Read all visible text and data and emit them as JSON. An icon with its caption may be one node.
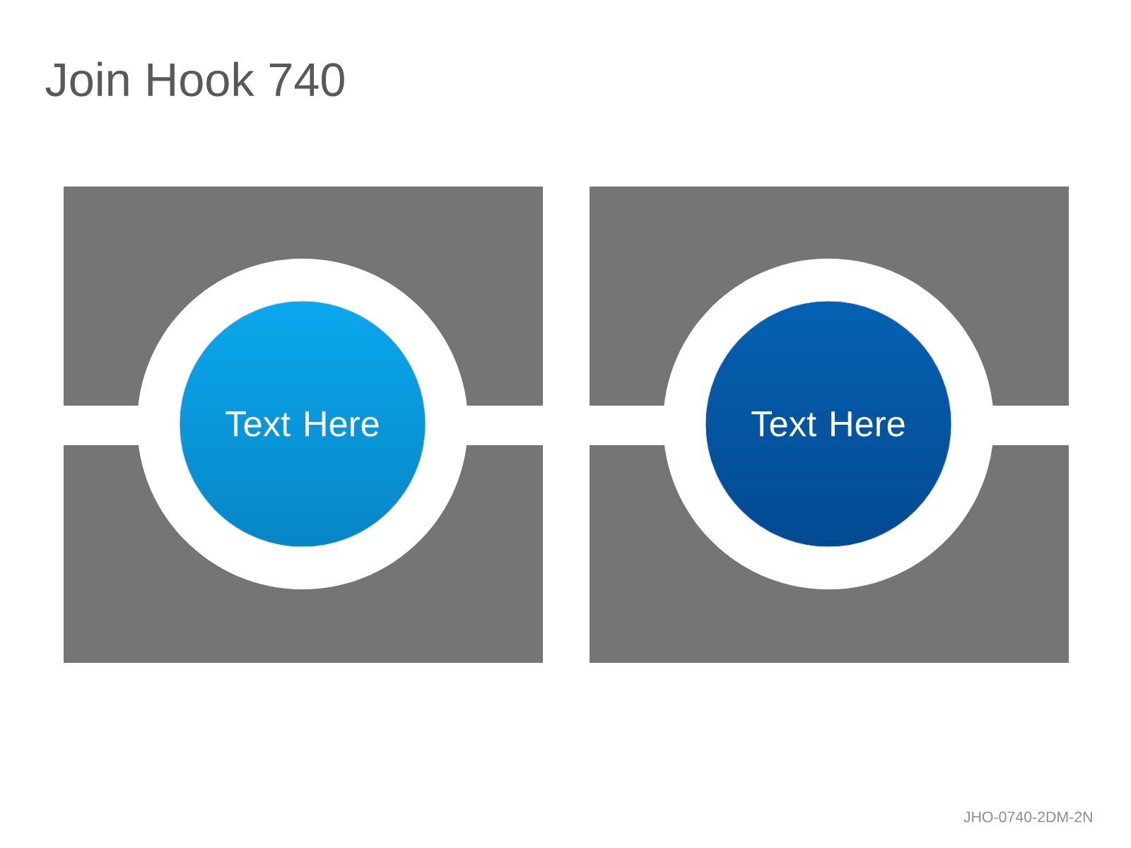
{
  "diagram": {
    "title": "Join Hook 740",
    "nodes": [
      {
        "text": [
          "Text Here"
        ]
      },
      {
        "text": [
          "Text Here"
        ]
      }
    ],
    "labels": [
      "JHO-0740-2DM-2N"
    ]
  }
}
